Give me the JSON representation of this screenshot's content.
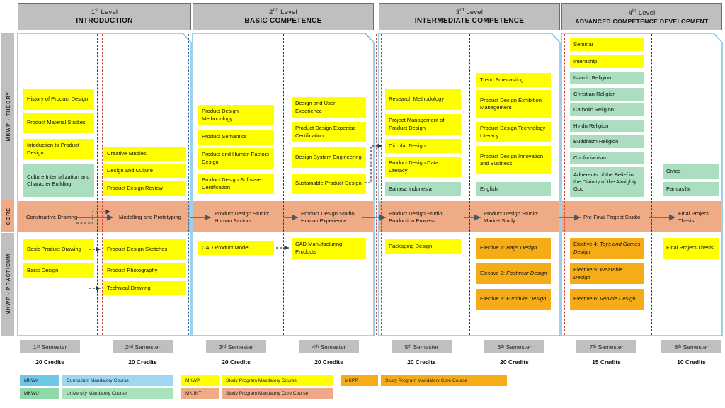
{
  "levels": [
    {
      "ordinal": "1",
      "ordinal_suffix": "st",
      "ordinal_label": "1st Level",
      "name": "INTRODUCTION"
    },
    {
      "ordinal": "2",
      "ordinal_suffix": "nd",
      "ordinal_label": "2nd Level",
      "name": "BASIC COMPETENCE"
    },
    {
      "ordinal": "3",
      "ordinal_suffix": "rd",
      "ordinal_label": "3rd Level",
      "name": "INTERMEDIATE COMPETENCE"
    },
    {
      "ordinal": "4",
      "ordinal_suffix": "th",
      "ordinal_label": "4th Level",
      "name": "ADVANCED COMPETENCE DEVELOPMENT"
    }
  ],
  "bands": [
    {
      "id": "theory",
      "label": "MKWP - THEORY"
    },
    {
      "id": "core",
      "label": "CORE"
    },
    {
      "id": "practicum",
      "label": "MKWP - PRACTICUM"
    }
  ],
  "semesters": [
    {
      "ordinal": "1",
      "suffix": "st",
      "label": "1st Semester",
      "credits": "20 Credits"
    },
    {
      "ordinal": "2",
      "suffix": "nd",
      "label": "2nd Semester",
      "credits": "20 Credits"
    },
    {
      "ordinal": "3",
      "suffix": "rd",
      "label": "3rd Semester",
      "credits": "20 Credits"
    },
    {
      "ordinal": "4",
      "suffix": "th",
      "label": "4th Semester",
      "credits": "20 Credits"
    },
    {
      "ordinal": "5",
      "suffix": "th",
      "label": "5th Semester",
      "credits": "20 Credits"
    },
    {
      "ordinal": "6",
      "suffix": "th",
      "label": "6th Semester",
      "credits": "20 Credits"
    },
    {
      "ordinal": "7",
      "suffix": "th",
      "label": "7th Semester",
      "credits": "15 Credits"
    },
    {
      "ordinal": "8",
      "suffix": "th",
      "label": "8th Semester",
      "credits": "10 Credits"
    }
  ],
  "theory": {
    "s1": [
      {
        "label": "History of Product Design",
        "color": "yellow"
      },
      {
        "label": "Product Material Studies",
        "color": "yellow"
      },
      {
        "label": "Intoduction to Product Design",
        "color": "yellow"
      },
      {
        "label": "Culture Internalization and Character Building",
        "color": "green"
      }
    ],
    "s2": [
      {
        "label": "Creative Studies",
        "color": "yellow"
      },
      {
        "label": "Design and Culture",
        "color": "yellow"
      },
      {
        "label": "Product Design Review",
        "color": "yellow"
      }
    ],
    "s3": [
      {
        "label": "Product Design Methodology",
        "color": "yellow"
      },
      {
        "label": "Product Semantics",
        "color": "yellow"
      },
      {
        "label": "Product and Human Factors Design",
        "color": "yellow"
      },
      {
        "label": "Product Design Software Certification",
        "color": "yellow"
      }
    ],
    "s4": [
      {
        "label": "Design and User Experience",
        "color": "yellow"
      },
      {
        "label": "Product Design Expertise Certification",
        "color": "yellow"
      },
      {
        "label": "Design System Engineering",
        "color": "yellow"
      },
      {
        "label": "Sustainable Product Design",
        "color": "yellow"
      }
    ],
    "s5": [
      {
        "label": "Research Methodology",
        "color": "yellow"
      },
      {
        "label": "Project Management of Product Design",
        "color": "yellow"
      },
      {
        "label": "Circular Design",
        "color": "yellow"
      },
      {
        "label": "Product Design Data Literacy",
        "color": "yellow"
      },
      {
        "label": "Bahasa Indonesia",
        "color": "green"
      }
    ],
    "s6": [
      {
        "label": "Trend Forecasting",
        "color": "yellow"
      },
      {
        "label": "Product Design Exhibition Management",
        "color": "yellow"
      },
      {
        "label": "Product Design Technology Literacy",
        "color": "yellow"
      },
      {
        "label": "Product Design Innovation and Business",
        "color": "yellow"
      },
      {
        "label": "English",
        "color": "green"
      }
    ],
    "s7": [
      {
        "label": "Seminar",
        "color": "yellow"
      },
      {
        "label": "Internship",
        "color": "yellow"
      },
      {
        "label": "Islamic Religion",
        "color": "green"
      },
      {
        "label": "Christian Religion",
        "color": "green"
      },
      {
        "label": "Catholic Religion",
        "color": "green"
      },
      {
        "label": "Hindu Religion",
        "color": "green"
      },
      {
        "label": "Buddhism Religion",
        "color": "green"
      },
      {
        "label": "Confucianism",
        "color": "green"
      },
      {
        "label": "Adherents of the Belief in the Divinity of the Almighty God",
        "color": "green"
      }
    ],
    "s8": [
      {
        "label": "Civics",
        "color": "green"
      },
      {
        "label": "Pancasila",
        "color": "green"
      }
    ]
  },
  "core": [
    {
      "label": "Constructive Drawing"
    },
    {
      "label": "Modelling and Prototyping"
    },
    {
      "label": "Product Design Studio: Human Factors"
    },
    {
      "label": "Product Design Studio: Human Experience"
    },
    {
      "label": "Product Design Studio: Production Process"
    },
    {
      "label": "Product Design Studio: Market Study"
    },
    {
      "label": "Pre-Final Project Studio"
    },
    {
      "label": "Final Project/ Thesis"
    }
  ],
  "practicum": {
    "s1": [
      {
        "label": "Basic Product Drawing",
        "color": "yellow"
      },
      {
        "label": "Basic Design",
        "color": "yellow"
      }
    ],
    "s2": [
      {
        "label": "Product Design Sketches",
        "color": "yellow"
      },
      {
        "label": "Product Photography",
        "color": "yellow"
      },
      {
        "label": "Technical Drawing",
        "color": "yellow"
      }
    ],
    "s3": [
      {
        "label": "CAD Product Model",
        "color": "yellow"
      }
    ],
    "s4": [
      {
        "label": "CAD Manufacturing Products",
        "color": "yellow"
      }
    ],
    "s5": [
      {
        "label": "Packaging Design",
        "color": "yellow"
      }
    ],
    "s6": [
      {
        "prefix": "Elective 1: ",
        "em": "Bags Design",
        "color": "orange"
      },
      {
        "prefix": "Elective 2: ",
        "em": "Footwear Design",
        "color": "orange"
      },
      {
        "prefix": "Elective 3: ",
        "em": "Furniture Design",
        "color": "orange"
      }
    ],
    "s7": [
      {
        "prefix": "Elective 4: ",
        "em": "Toys and Games Design",
        "color": "orange"
      },
      {
        "prefix": "Elective 5: ",
        "em": "Wearable Design",
        "color": "orange"
      },
      {
        "prefix": "Elective 6: ",
        "em": "Vehicle Design",
        "color": "orange"
      }
    ],
    "s8": [
      {
        "label": "Final Project/Thesis",
        "color": "yellow"
      }
    ]
  },
  "legend": [
    {
      "code": "MKWK",
      "desc": "Curriculum Mandatory Course",
      "code_color": "#6ec6e8",
      "desc_color": "#9ed8f0"
    },
    {
      "code": "MKWU",
      "desc": "University Mandatory Course",
      "code_color": "#8fd9a8",
      "desc_color": "#a9e3bd"
    },
    {
      "code": "MKWP",
      "desc": "Study Program Mandatory Course",
      "code_color": "#ffff00",
      "desc_color": "#ffff00"
    },
    {
      "code": "MK INTI",
      "desc": "Study Program Mandatory Core Course",
      "code_color": "#eeab86",
      "desc_color": "#efa988"
    },
    {
      "code": "MKPP",
      "desc": "Study Program Mandatory Core Course",
      "code_color": "#f5ac17",
      "desc_color": "#f5ac17"
    }
  ],
  "colors": {
    "header_gray": "#bfbfbf",
    "panel_blue": "#6cb6dd",
    "core_orange": "#eeab86",
    "course_yellow": "#ffff00",
    "course_green": "#a9dfbf",
    "elective_orange": "#f5ac17",
    "arrow_gray": "#4a5a66"
  }
}
